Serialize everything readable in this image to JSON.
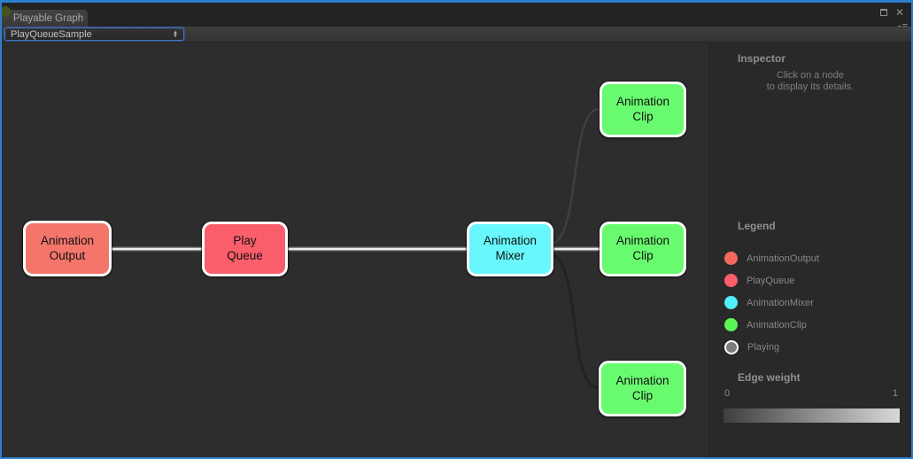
{
  "window": {
    "tab_label": "Playable Graph",
    "icons": {
      "close_icon": "✕",
      "menu_caret_icon": "▾",
      "menu_bars_icon": "≡"
    }
  },
  "toolbar": {
    "graph_selector_value": "PlayQueueSample",
    "dropdown_arrow_up": "▲",
    "dropdown_arrow_down": "▼"
  },
  "graph": {
    "nodes": [
      {
        "id": "animation-output",
        "label": "Animation\nOutput",
        "color": "#f4766b"
      },
      {
        "id": "play-queue",
        "label": "Play\nQueue",
        "color": "#fb5e6b"
      },
      {
        "id": "animation-mixer",
        "label": "Animation\nMixer",
        "color": "#67f7fc"
      },
      {
        "id": "animation-clip-top",
        "label": "Animation\nClip",
        "color": "#68fb6f"
      },
      {
        "id": "animation-clip-middle",
        "label": "Animation\nClip",
        "color": "#68fb6f"
      },
      {
        "id": "animation-clip-bottom",
        "label": "Animation\nClip",
        "color": "#68fb6f"
      }
    ]
  },
  "inspector": {
    "title": "Inspector",
    "hint_line1": "Click on a node",
    "hint_line2": "to display its details."
  },
  "legend": {
    "title": "Legend",
    "items": [
      {
        "label": "AnimationOutput",
        "color": "#f4695e"
      },
      {
        "label": "PlayQueue",
        "color": "#fb5e69"
      },
      {
        "label": "AnimationMixer",
        "color": "#52eefa"
      },
      {
        "label": "AnimationClip",
        "color": "#5bf556"
      },
      {
        "label": "Playing",
        "color": "#7d7d7d"
      }
    ]
  },
  "edge_weight": {
    "title": "Edge weight",
    "min": "0",
    "max": "1",
    "gradient": "linear-gradient(to right, #3e3e3e, #d9d9d9)"
  }
}
